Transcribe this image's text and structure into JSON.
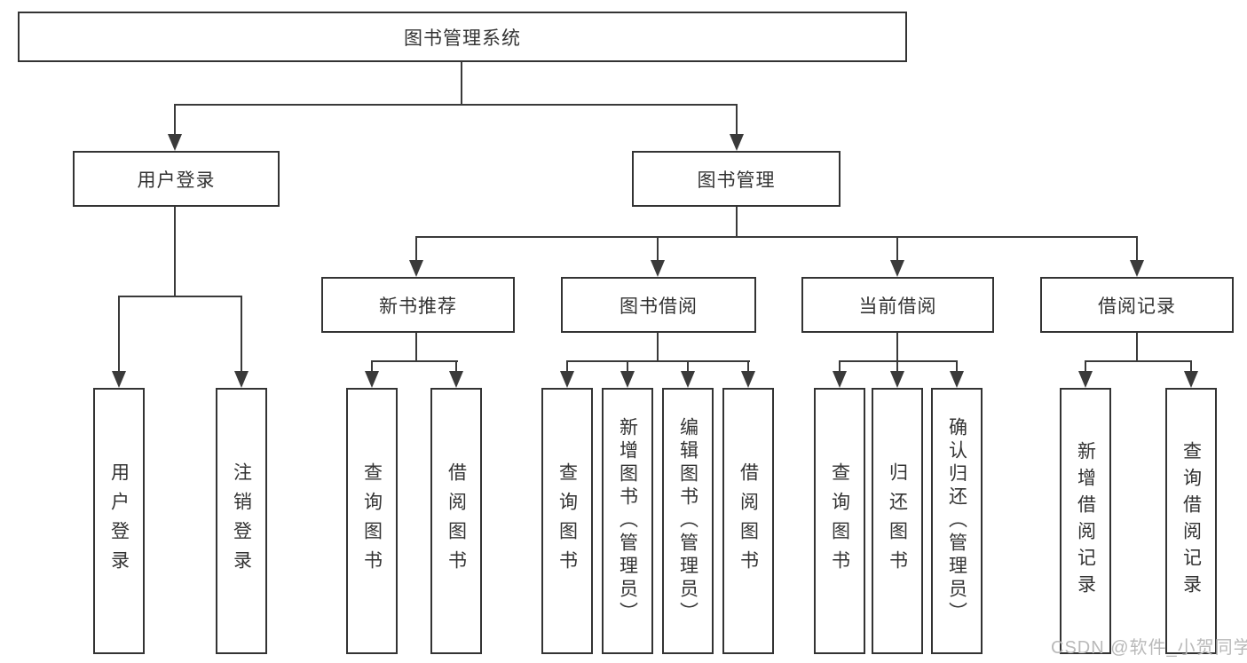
{
  "tree": {
    "label": "图书管理系统",
    "children": [
      {
        "label": "用户登录",
        "children": [
          {
            "label": "用户登录"
          },
          {
            "label": "注销登录"
          }
        ]
      },
      {
        "label": "图书管理",
        "children": [
          {
            "label": "新书推荐",
            "children": [
              {
                "label": "查询图书"
              },
              {
                "label": "借阅图书"
              }
            ]
          },
          {
            "label": "图书借阅",
            "children": [
              {
                "label": "查询图书"
              },
              {
                "label": "新增图书（管理员）"
              },
              {
                "label": "编辑图书（管理员）"
              },
              {
                "label": "借阅图书"
              }
            ]
          },
          {
            "label": "当前借阅",
            "children": [
              {
                "label": "查询图书"
              },
              {
                "label": "归还图书"
              },
              {
                "label": "确认归还（管理员）"
              }
            ]
          },
          {
            "label": "借阅记录",
            "children": [
              {
                "label": "新增借阅记录"
              },
              {
                "label": "查询借阅记录"
              }
            ]
          }
        ]
      }
    ]
  },
  "watermark": {
    "text": "CSDN @软件_小贺同学"
  },
  "colors": {
    "line": "#3a3a3a",
    "border": "#333333",
    "text": "#333333",
    "watermark": "#b9b9b9",
    "background": "#ffffff"
  }
}
